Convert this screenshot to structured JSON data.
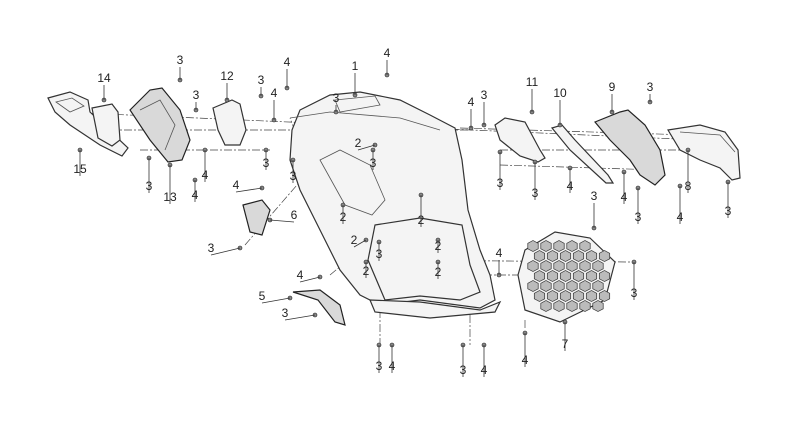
{
  "diagram": {
    "type": "exploded-parts-view",
    "callouts": [
      "1",
      "4",
      "3",
      "14",
      "12",
      "3",
      "4",
      "3",
      "4",
      "3",
      "3",
      "15",
      "3",
      "13",
      "4",
      "4",
      "4",
      "6",
      "3",
      "2",
      "3",
      "3",
      "2",
      "2",
      "2",
      "2",
      "2",
      "2",
      "4",
      "5",
      "3",
      "3",
      "4",
      "3",
      "4",
      "4",
      "7",
      "4",
      "3",
      "3",
      "10",
      "9",
      "3",
      "4",
      "3",
      "11",
      "3",
      "3",
      "4",
      "4",
      "3",
      "8",
      "4",
      "3",
      "3"
    ]
  }
}
